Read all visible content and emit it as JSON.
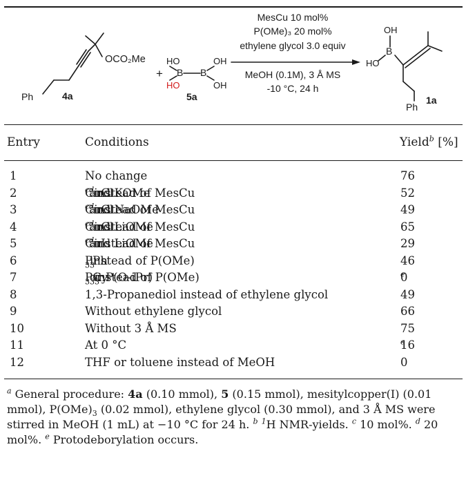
{
  "scheme": {
    "reactant1_label": "4a",
    "reactant1_group": "OCO₂Me",
    "reactant1_ph": "Ph",
    "plus": "+",
    "reactant2_label": "5a",
    "ho": "HO",
    "oh": "OH",
    "boron": "B",
    "conditions_above": [
      "MesCu 10 mol%",
      "P(OMe)₃ 20 mol%",
      "ethylene glycol 3.0 equiv"
    ],
    "conditions_below": [
      "MeOH (0.1M), 3 Å MS",
      "-10 °C, 24 h"
    ],
    "product_label": "1a",
    "product_ph": "Ph"
  },
  "table": {
    "headers": {
      "entry": "Entry",
      "conditions": "Conditions",
      "yield": "Yield",
      "yield_sup": "b",
      "yield_unit": " [%]"
    },
    "rows": [
      {
        "entry": "1",
        "conditions": [
          {
            "t": "No change"
          }
        ],
        "yield": [
          {
            "t": "76"
          }
        ]
      },
      {
        "entry": "2",
        "conditions": [
          {
            "t": "CuCl"
          },
          {
            "t": "c",
            "sup": true
          },
          {
            "t": " and KOMe"
          },
          {
            "t": "d",
            "sup": true
          },
          {
            "t": " instead of MesCu"
          }
        ],
        "yield": [
          {
            "t": "52"
          }
        ]
      },
      {
        "entry": "3",
        "conditions": [
          {
            "t": "CuCl"
          },
          {
            "t": "c",
            "sup": true
          },
          {
            "t": " and NaOMe"
          },
          {
            "t": "d",
            "sup": true
          },
          {
            "t": " instead of MesCu"
          }
        ],
        "yield": [
          {
            "t": "49"
          }
        ]
      },
      {
        "entry": "4",
        "conditions": [
          {
            "t": "CuCl"
          },
          {
            "t": "c",
            "sup": true
          },
          {
            "t": " and LiOMe"
          },
          {
            "t": "d",
            "sup": true
          },
          {
            "t": " instead of MesCu"
          }
        ],
        "yield": [
          {
            "t": "65"
          }
        ]
      },
      {
        "entry": "5",
        "conditions": [
          {
            "t": "CuI"
          },
          {
            "t": "c",
            "sup": true
          },
          {
            "t": " and LiOMe"
          },
          {
            "t": "d",
            "sup": true
          },
          {
            "t": " instead of MesCu"
          }
        ],
        "yield": [
          {
            "t": "29"
          }
        ]
      },
      {
        "entry": "6",
        "conditions": [
          {
            "t": "PPh"
          },
          {
            "t": "3",
            "sub": true
          },
          {
            "t": " instead of P(OMe)"
          },
          {
            "t": "3",
            "sub": true
          }
        ],
        "yield": [
          {
            "t": "46"
          }
        ]
      },
      {
        "entry": "7",
        "conditions": [
          {
            "t": "PCy"
          },
          {
            "t": "3",
            "sub": true
          },
          {
            "t": " or P(O-iPr)"
          },
          {
            "t": "3",
            "sub": true
          },
          {
            "t": " instead of P(OMe)"
          },
          {
            "t": "3",
            "sub": true
          }
        ],
        "yield": [
          {
            "t": "0"
          },
          {
            "t": "e",
            "sup": true
          }
        ]
      },
      {
        "entry": "8",
        "conditions": [
          {
            "t": "1,3-Propanediol instead of ethylene glycol"
          }
        ],
        "yield": [
          {
            "t": "49"
          }
        ]
      },
      {
        "entry": "9",
        "conditions": [
          {
            "t": "Without ethylene glycol"
          }
        ],
        "yield": [
          {
            "t": "66"
          }
        ]
      },
      {
        "entry": "10",
        "conditions": [
          {
            "t": "Without 3 Å MS"
          }
        ],
        "yield": [
          {
            "t": "75"
          }
        ]
      },
      {
        "entry": "11",
        "conditions": [
          {
            "t": "At 0 °C"
          }
        ],
        "yield": [
          {
            "t": "16"
          },
          {
            "t": "e",
            "sup": true
          }
        ]
      },
      {
        "entry": "12",
        "conditions": [
          {
            "t": "THF or toluene instead of MeOH"
          }
        ],
        "yield": [
          {
            "t": "0"
          }
        ]
      }
    ]
  },
  "footnote": [
    {
      "t": "a",
      "sup": true
    },
    {
      "t": " General procedure: "
    },
    {
      "t": "4a",
      "b": true
    },
    {
      "t": " (0.10 mmol), "
    },
    {
      "t": "5",
      "b": true
    },
    {
      "t": " (0.15 mmol), mesitylcopper(I) (0.01 mmol), P(OMe)"
    },
    {
      "t": "3",
      "sub": true
    },
    {
      "t": " (0.02 mmol), ethylene glycol (0.30 mmol), and 3 Å MS were stirred in MeOH (1 mL) at −10 °C for 24 h. "
    },
    {
      "t": "b",
      "sup": true
    },
    {
      "t": " "
    },
    {
      "t": "1",
      "sup": true
    },
    {
      "t": "H NMR-yields. "
    },
    {
      "t": "c",
      "sup": true
    },
    {
      "t": " 10 mol%. "
    },
    {
      "t": "d",
      "sup": true
    },
    {
      "t": " 20 mol%. "
    },
    {
      "t": "e",
      "sup": true
    },
    {
      "t": " Protodeborylation occurs."
    }
  ]
}
